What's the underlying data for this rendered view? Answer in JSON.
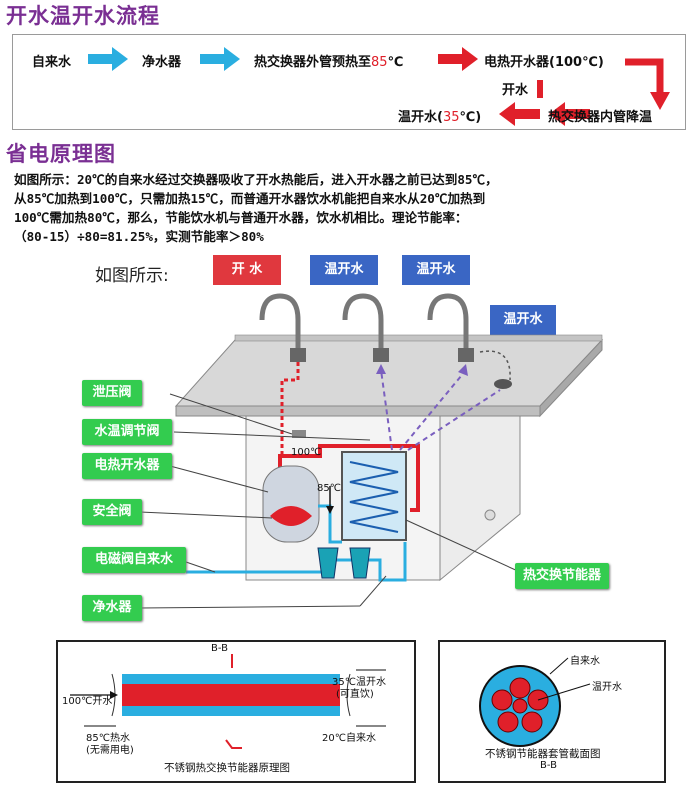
{
  "flow": {
    "title": "开水温开水流程",
    "step1": "自来水",
    "step2": "净水器",
    "step3_prefix": "热交换器外管预热至",
    "step3_temp": "85",
    "step3_unit": "℃",
    "step4": "电热开水器(100℃)",
    "step5": "开水",
    "step6": "热交换器内管降温",
    "step7_prefix": "温开水(",
    "step7_temp": "35",
    "step7_suffix": "℃)"
  },
  "principle": {
    "title": "省电原理图",
    "line1": "如图所示：20℃的自来水经过交换器吸收了开水热能后，进入开水器之前已达到85℃，",
    "line2": "从85℃加热到100℃，只需加热15℃，而普通开水器饮水机能把自来水从20℃加热到",
    "line3": "100℃需加热80℃，那么，节能饮水机与普通开水器，饮水机相比。理论节能率：",
    "line4": "（80-15）÷80=81.25%，实测节能率＞80%"
  },
  "diagram": {
    "caption": "如图所示:",
    "tag_boiling": "开 水",
    "tag_warm1": "温开水",
    "tag_warm2": "温开水",
    "tag_warm3": "温开水",
    "label_relief": "泄压阀",
    "label_temp_valve": "水温调节阀",
    "label_heater": "电热开水器",
    "label_safety": "安全阀",
    "label_solenoid": "电磁阀自来水",
    "label_purifier": "净水器",
    "label_exchanger": "热交换节能器",
    "temp_100": "100℃",
    "temp_85": "85℃"
  },
  "bottom_left": {
    "section": "B-B",
    "in_boiling": "100℃开水",
    "out_warm_line1": "35℃温开水",
    "out_warm_line2": "(可直饮)",
    "hot_line1": "85℃热水",
    "hot_line2": "(无需用电)",
    "cold_in": "20℃自来水",
    "caption": "不锈钢热交换节能器原理图"
  },
  "bottom_right": {
    "label_tap": "自来水",
    "label_warm": "温开水",
    "caption": "不锈钢节能器套管截面图",
    "section": "B-B"
  },
  "colors": {
    "title": "#7a2f93",
    "red": "#e0202a",
    "blue": "#3a66c4",
    "green": "#33cc4f",
    "cyan": "#2aaee0"
  }
}
